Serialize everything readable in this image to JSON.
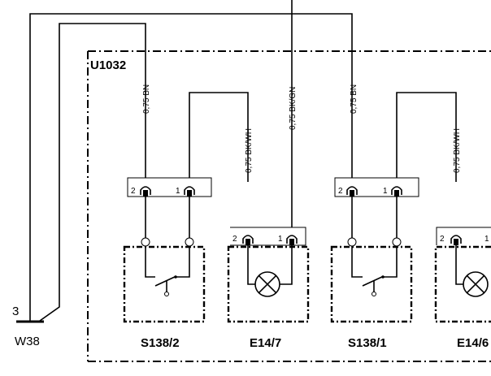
{
  "module": {
    "label": "U1032"
  },
  "ground": {
    "pin": "3",
    "label": "W38",
    "label_color": "#1a3fb5"
  },
  "wires": {
    "s138_2_feed": "0,75 BN",
    "e14_7_main": "0,75 BK/GN",
    "s138_1_feed": "0,75 BN",
    "e14_7_bkwh": "0,75 BK/WH",
    "e14_6_bkwh": "0,75 BK/WH"
  },
  "pins": {
    "s138_2_p2": "2",
    "s138_2_p1": "1",
    "e14_7_p2": "2",
    "e14_7_p1": "1",
    "s138_1_p2": "2",
    "s138_1_p1": "1",
    "e14_6_p2": "2",
    "e14_6_p1": "1"
  },
  "components": {
    "s138_2": "S138/2",
    "e14_7": "E14/7",
    "s138_1": "S138/1",
    "e14_6": "E14/6"
  },
  "colors": {
    "wire_brown": "#a0704a",
    "wire_blue": "#2a5cc8"
  }
}
